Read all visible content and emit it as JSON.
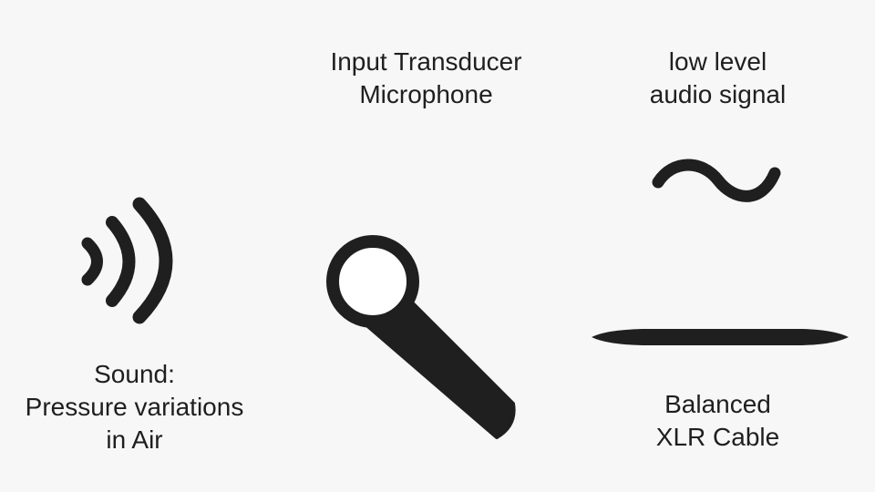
{
  "labels": {
    "sound": {
      "lines": [
        "Sound:",
        "Pressure variations",
        "in Air"
      ]
    },
    "microphone": {
      "lines": [
        "Input Transducer",
        "Microphone"
      ]
    },
    "signal": {
      "lines": [
        "low level",
        "audio signal"
      ]
    },
    "cable": {
      "lines": [
        "Balanced",
        "XLR Cable"
      ]
    }
  },
  "icons": {
    "sound": "sound-waves-icon",
    "microphone": "microphone-icon",
    "signal": "audio-signal-wave-icon",
    "cable": "xlr-cable-icon"
  },
  "colors": {
    "background": "#f7f7f7",
    "ink": "#1f1f1f",
    "mic_head_fill": "#ffffff"
  }
}
